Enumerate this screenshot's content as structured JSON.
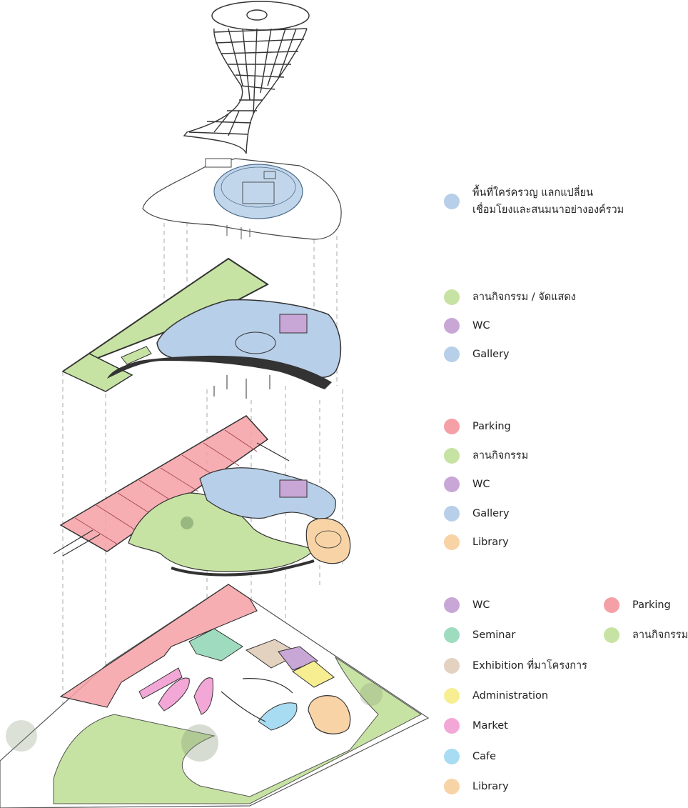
{
  "colors": {
    "parking": "#f4a0a6",
    "activity": "#c7e3a3",
    "wc": "#c8a6d6",
    "gallery": "#b7cfe8",
    "library": "#f8d3a6",
    "seminar": "#9fdcbf",
    "exhibition": "#e3d2c0",
    "administration": "#f7ee92",
    "market": "#f3a7d7",
    "cafe": "#a8dcf2",
    "structure": "#333333"
  },
  "legend_roof": [
    {
      "label": "พื้นที่ใคร่ครวญ แลกแปลี่ยน\nเชื่อมโยงและสนมนาอย่างองค์รวม",
      "color_key": "gallery"
    }
  ],
  "legend_level3": [
    {
      "label": "ลานกิจกรรม / จัดแสดง",
      "color_key": "activity"
    },
    {
      "label": "WC",
      "color_key": "wc"
    },
    {
      "label": "Gallery",
      "color_key": "gallery"
    }
  ],
  "legend_level2": [
    {
      "label": "Parking",
      "color_key": "parking"
    },
    {
      "label": "ลานกิจกรรม",
      "color_key": "activity"
    },
    {
      "label": "WC",
      "color_key": "wc"
    },
    {
      "label": "Gallery",
      "color_key": "gallery"
    },
    {
      "label": "Library",
      "color_key": "library"
    }
  ],
  "legend_ground_left": [
    {
      "label": "WC",
      "color_key": "wc"
    },
    {
      "label": "Seminar",
      "color_key": "seminar"
    },
    {
      "label": "Exhibition ที่มาโครงการ",
      "color_key": "exhibition"
    },
    {
      "label": "Administration",
      "color_key": "administration"
    },
    {
      "label": "Market",
      "color_key": "market"
    },
    {
      "label": "Cafe",
      "color_key": "cafe"
    },
    {
      "label": "Library",
      "color_key": "library"
    }
  ],
  "legend_ground_right": [
    {
      "label": "Parking",
      "color_key": "parking"
    },
    {
      "label": "ลานกิจกรรม",
      "color_key": "activity"
    }
  ]
}
